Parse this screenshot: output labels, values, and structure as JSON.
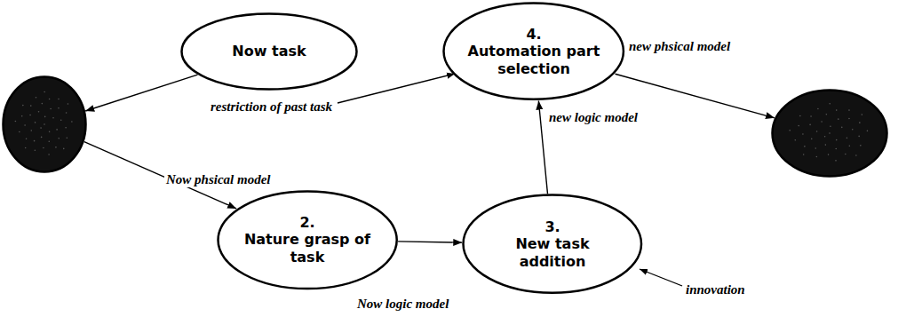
{
  "diagram": {
    "nodes": [
      {
        "text": [
          "Now task"
        ]
      },
      {
        "text": []
      },
      {
        "text": [
          "4.",
          "Automation part selection"
        ]
      },
      {
        "text": [
          "2.",
          "Nature grasp of task"
        ]
      },
      {
        "text": [
          "3.",
          "New task addition"
        ]
      },
      {
        "text": []
      }
    ],
    "edges": [
      {
        "from": 0,
        "to": 1,
        "arrow": "to"
      },
      {
        "from": 1,
        "to": 3,
        "label": "Now phsical model",
        "arrow": "to"
      },
      {
        "from": 3,
        "to": 4,
        "label": "Now logic model",
        "arrow": "to"
      },
      {
        "from": 4,
        "to": 2,
        "label": "new logic model",
        "arrow": "to"
      },
      {
        "from": 2,
        "to": 5,
        "label": "new phsical model",
        "arrow": "to"
      }
    ],
    "labels": [
      "restriction of past task",
      "innovation"
    ]
  }
}
